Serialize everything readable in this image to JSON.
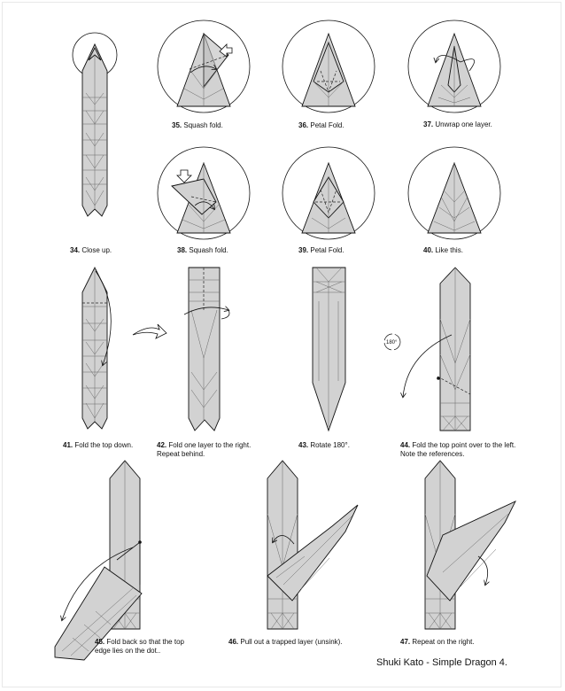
{
  "steps": [
    {
      "num": "34.",
      "text": "Close up."
    },
    {
      "num": "35.",
      "text": "Squash fold."
    },
    {
      "num": "36.",
      "text": "Petal Fold."
    },
    {
      "num": "37.",
      "text": "Unwrap one layer."
    },
    {
      "num": "38.",
      "text": "Squash fold."
    },
    {
      "num": "39.",
      "text": "Petal Fold."
    },
    {
      "num": "40.",
      "text": "Like this."
    },
    {
      "num": "41.",
      "text": "Fold the top down."
    },
    {
      "num": "42.",
      "text": "Fold one layer to the right.",
      "text2": "Repeat behind."
    },
    {
      "num": "43.",
      "text": "Rotate 180°."
    },
    {
      "num": "44.",
      "text": "Fold the top point over to the left.",
      "text2": "Note the references."
    },
    {
      "num": "45.",
      "text": "Fold back so that the top",
      "text2": "edge lies on the dot.."
    },
    {
      "num": "46.",
      "text": "Pull out a trapped layer (unsink)."
    },
    {
      "num": "47.",
      "text": "Repeat on the right."
    }
  ],
  "rotate_symbol": "180°",
  "credit": "Shuki Kato - Simple Dragon 4."
}
